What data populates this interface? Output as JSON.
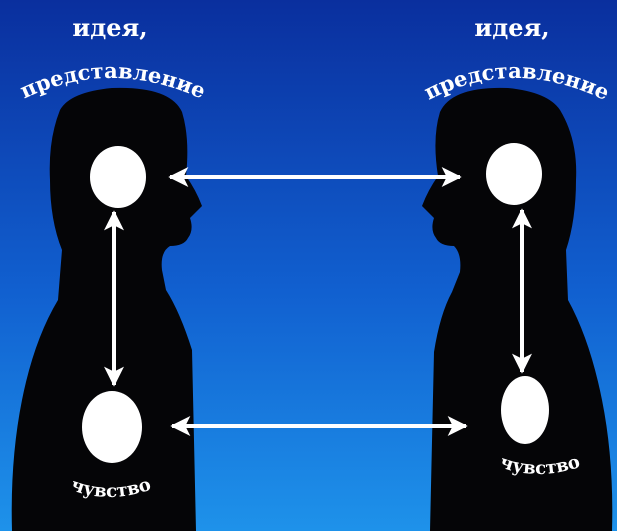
{
  "diagram": {
    "left_person": {
      "idea_label_line1": "идея,",
      "idea_label_line2": "представление",
      "feeling_label": "чувство"
    },
    "right_person": {
      "idea_label_line1": "идея,",
      "idea_label_line2": "представление",
      "feeling_label": "чувство"
    }
  },
  "colors": {
    "background_top": "#0a2f9e",
    "background_bottom": "#1c8ce8",
    "silhouette": "#050507",
    "circle": "#ffffff",
    "arrow": "#ffffff"
  }
}
